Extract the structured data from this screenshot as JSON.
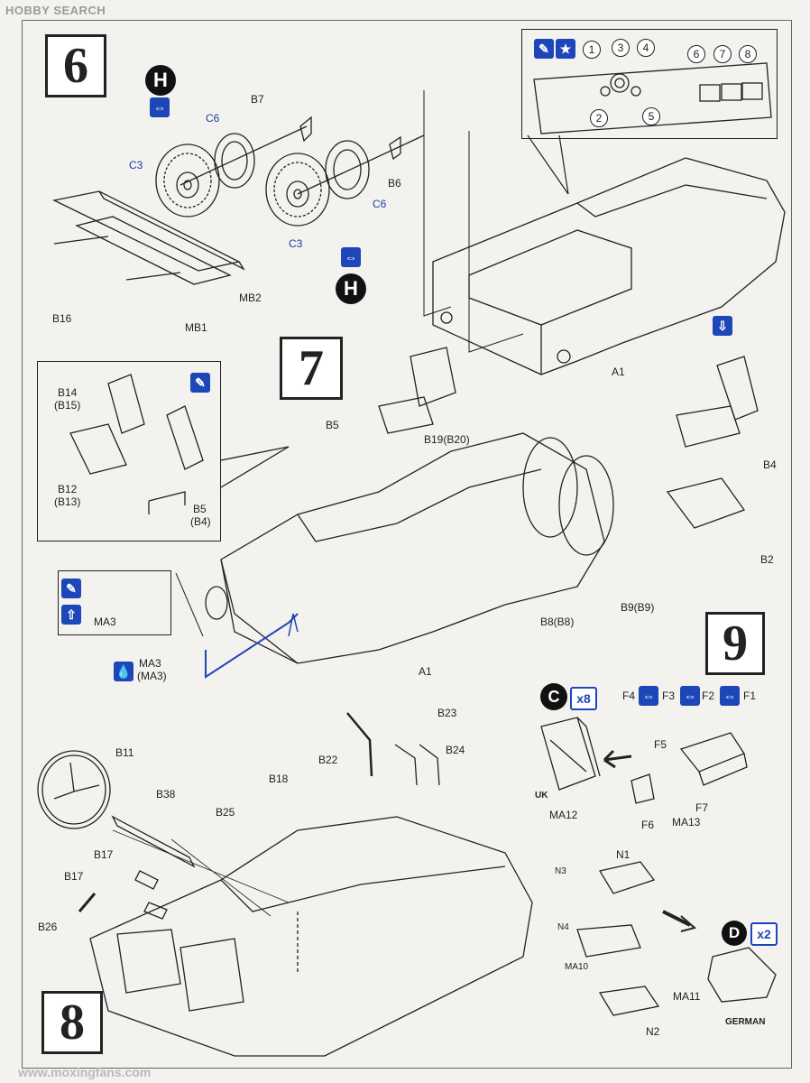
{
  "watermark": "HOBBY SEARCH",
  "watermark_bottom": "www.moxingfans.com",
  "steps": {
    "s6": "6",
    "s7": "7",
    "s8": "8",
    "s9": "9"
  },
  "circle_letters": {
    "h1": "H",
    "h2": "H",
    "c": "C",
    "d": "D"
  },
  "badges": {
    "c_mult": "x8",
    "d_mult": "x2"
  },
  "step6": {
    "labels": {
      "b7": "B7",
      "c6a": "C6",
      "c3a": "C3",
      "c6b": "C6",
      "c3b": "C3",
      "b6": "B6",
      "mb2": "MB2",
      "mb1": "MB1",
      "b16": "B16",
      "a1": "A1"
    },
    "dash_numbers": [
      "1",
      "2",
      "3",
      "4",
      "5",
      "6",
      "7",
      "8"
    ]
  },
  "step7": {
    "labels": {
      "b14": "B14",
      "b15": "(B15)",
      "b12": "B12",
      "b13": "(B13)",
      "b5d": "B5",
      "b4d": "(B4)",
      "b5": "B5",
      "b19": "B19(B20)",
      "b4": "B4",
      "b2": "B2",
      "b9": "B9(B9)",
      "b8": "B8(B8)",
      "ma3a": "MA3",
      "ma3b": "MA3",
      "ma3c": "(MA3)",
      "a1": "A1"
    }
  },
  "step8": {
    "labels": {
      "b23": "B23",
      "b22": "B22",
      "b24": "B24",
      "b11": "B11",
      "b18": "B18",
      "b38": "B38",
      "b25": "B25",
      "b17a": "B17",
      "b17b": "B17",
      "b26": "B26"
    }
  },
  "step9": {
    "labels": {
      "f4": "F4",
      "f3": "F3",
      "f2": "F2",
      "f1": "F1",
      "f5": "F5",
      "f6": "F6",
      "f7": "F7",
      "ma13": "MA13",
      "uk": "UK",
      "ma12": "MA12",
      "n1": "N1",
      "n3": "N3",
      "n4": "N4",
      "ma10": "MA10",
      "n2": "N2",
      "ma11": "MA11",
      "german": "GERMAN"
    }
  }
}
